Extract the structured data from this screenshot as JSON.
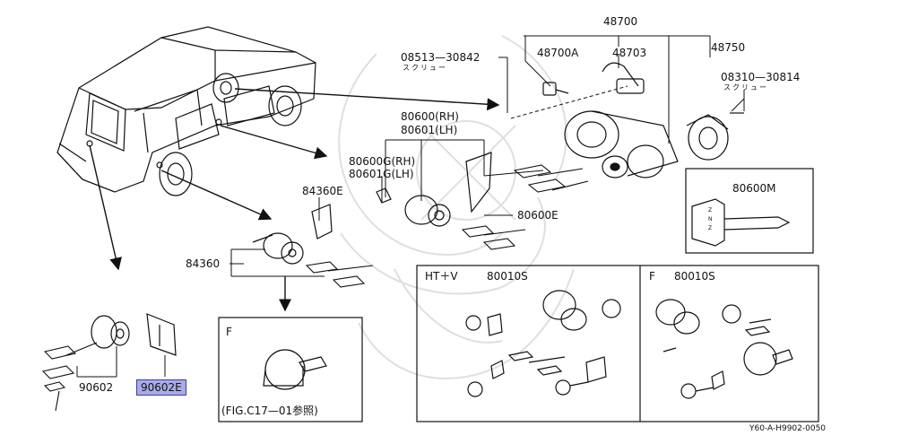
{
  "colors": {
    "line": "#111111",
    "highlight": "#a9abe6",
    "highlight_border": "#3a3f9a",
    "watermark": "#d9d9d9"
  },
  "labels": {
    "p48700": "48700",
    "p48700A": "48700A",
    "p48703": "48703",
    "p48750": "48750",
    "p08513": "08513—30842",
    "screw1": "スクリュー",
    "p08310": "08310—30814",
    "screw2": "スクリュー",
    "p80600rh": "80600(RH)",
    "p80601lh": "80601(LH)",
    "p80600g": "80600G(RH)",
    "p80601g": "80601G(LH)",
    "p84360e": "84360E",
    "p80600e": "80600E",
    "p80600m": "80600M",
    "p84360": "84360",
    "p90602": "90602",
    "p90602e": "90602E",
    "box_f_left": "F",
    "fig_ref": "(FIG.C17—01参照)",
    "box_htv": "HT＋V",
    "box_htv_part": "80010S",
    "box_f_right": "F",
    "box_f_right_part": "80010S",
    "diagram_code": "Y60-A-H9902-0050"
  }
}
